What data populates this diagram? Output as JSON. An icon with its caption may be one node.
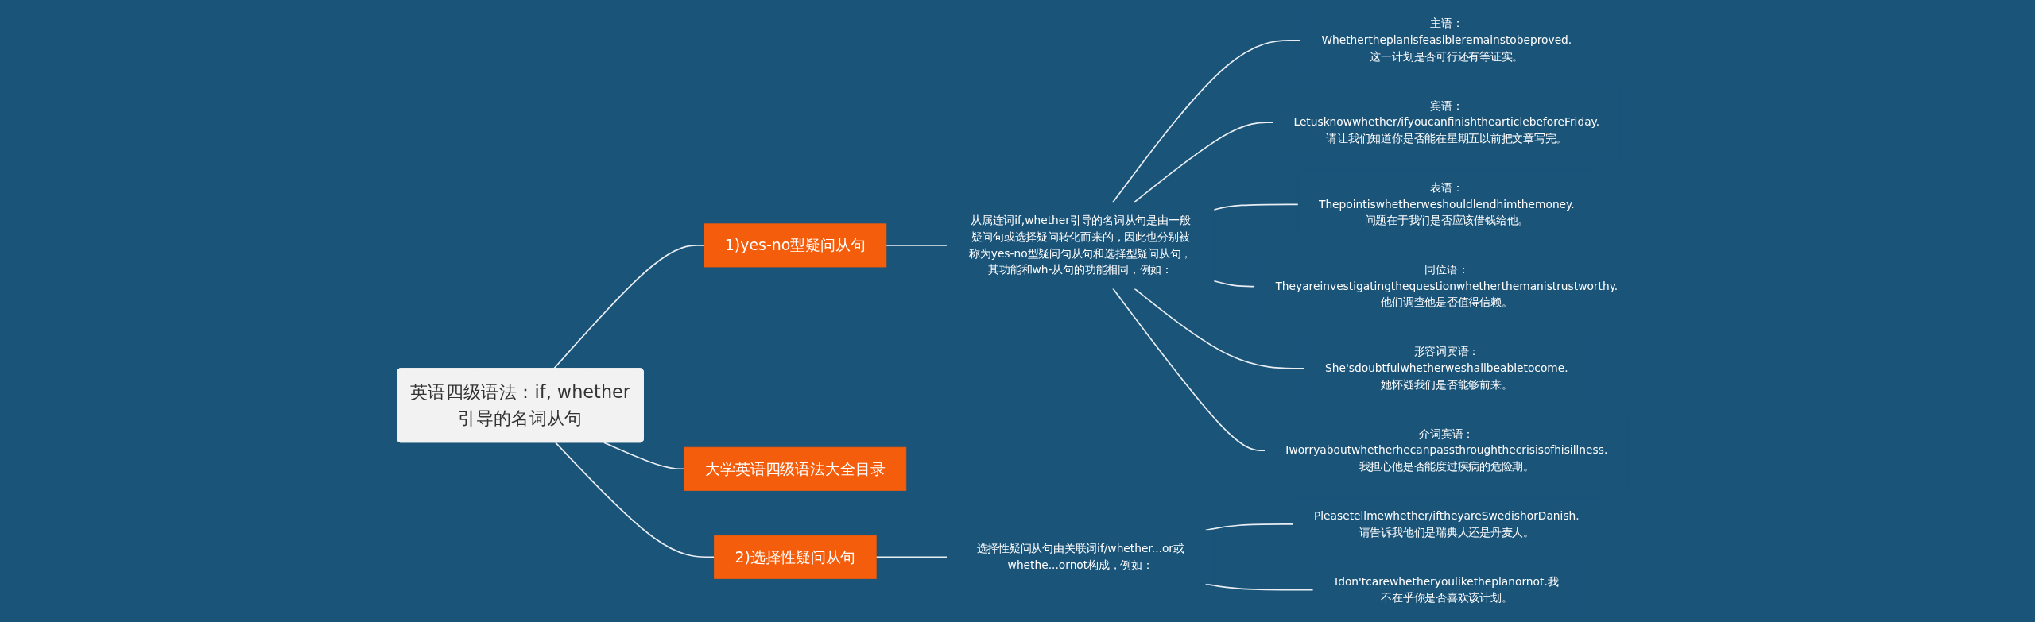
{
  "diagram": {
    "nodes": [
      {
        "text": [
          "英语四级语法：if, whether引导的名词从句"
        ]
      },
      {
        "text": [
          "1)yes-no型疑问从句"
        ]
      },
      {
        "text": [
          "从属连词if,whether引导的名词从句是由一般疑问句或选择疑问转化而来的，因此也分别被称为yes-no型疑问句从句和选择型疑问从句，其功能和wh-从句的功能相同，例如："
        ]
      },
      {
        "text": [
          "主语：Whethertheplanisfeasibleremainstobeproved.这一计划是否可行还有等证实。"
        ]
      },
      {
        "text": [
          "宾语：Letusknowwhether/ifyoucanfinishthearticlebeforeFriday.请让我们知道你是否能在星期五以前把文章写完。"
        ]
      },
      {
        "text": [
          "表语：Thepointiswhetherweshouldlendhimthemoney.问题在于我们是否应该借钱给他。"
        ]
      },
      {
        "text": [
          "同位语：Theyareinvestigatingthequestionwhetherthemanistrustworthy.他们调查他是否值得信赖。"
        ]
      },
      {
        "text": [
          "形容词宾语：She'sdoubtfulwhetherweshallbeabletocome.她怀疑我们是否能够前来。"
        ]
      },
      {
        "text": [
          "介词宾语：Iworryaboutwhetherhecanpassthroughthecrisisofhisillness.我担心他是否能度过疾病的危险期。"
        ]
      },
      {
        "text": [
          "大学英语四级语法大全目录"
        ]
      },
      {
        "text": [
          "2)选择性疑问从句"
        ]
      },
      {
        "text": [
          "选择性疑问从句由关联词if/whether...or或whethe...ornot构成，例如："
        ]
      },
      {
        "text": [
          "Pleasetellmewhether/iftheyareSwedishorDanish.请告诉我他们是瑞典人还是丹麦人。"
        ]
      },
      {
        "text": [
          "Idon'tcarewhetheryouliketheplanornot.我不在乎你是否喜欢该计划。"
        ]
      }
    ],
    "edges": [
      {
        "from": 0,
        "to": 1,
        "arrow": "none"
      },
      {
        "from": 1,
        "to": 2,
        "arrow": "none"
      },
      {
        "from": 2,
        "to": 3,
        "arrow": "none"
      },
      {
        "from": 2,
        "to": 4,
        "arrow": "none"
      },
      {
        "from": 2,
        "to": 5,
        "arrow": "none"
      },
      {
        "from": 2,
        "to": 6,
        "arrow": "none"
      },
      {
        "from": 2,
        "to": 7,
        "arrow": "none"
      },
      {
        "from": 2,
        "to": 8,
        "arrow": "none"
      },
      {
        "from": 0,
        "to": 9,
        "arrow": "none"
      },
      {
        "from": 0,
        "to": 10,
        "arrow": "none"
      },
      {
        "from": 10,
        "to": 11,
        "arrow": "none"
      },
      {
        "from": 11,
        "to": 12,
        "arrow": "none"
      },
      {
        "from": 11,
        "to": 13,
        "arrow": "none"
      }
    ]
  }
}
